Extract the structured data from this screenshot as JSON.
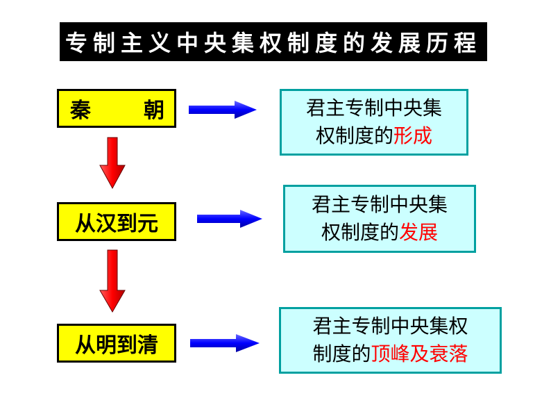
{
  "title": "专制主义中央集权制度的发展历程",
  "stages": [
    {
      "era_part1": "秦",
      "era_part2": "朝",
      "desc_line1": "君主专制中央集",
      "desc_line2_plain": "权制度的",
      "desc_line2_highlight": "形成"
    },
    {
      "era": "从汉到元",
      "desc_line1": "君主专制中央集",
      "desc_line2_plain": "权制度的",
      "desc_line2_highlight": "发展"
    },
    {
      "era": "从明到清",
      "desc_line1": "君主专制中央集权",
      "desc_line2_plain": "制度的",
      "desc_line2_highlight": "顶峰及衰落"
    }
  ],
  "colors": {
    "era_box_fill": "#ffff00",
    "desc_box_fill": "#ccffff",
    "desc_box_border": "#00a0a0",
    "highlight_text": "#ff0000",
    "right_arrow": "#0000ff",
    "down_arrow": "#ff0000"
  }
}
